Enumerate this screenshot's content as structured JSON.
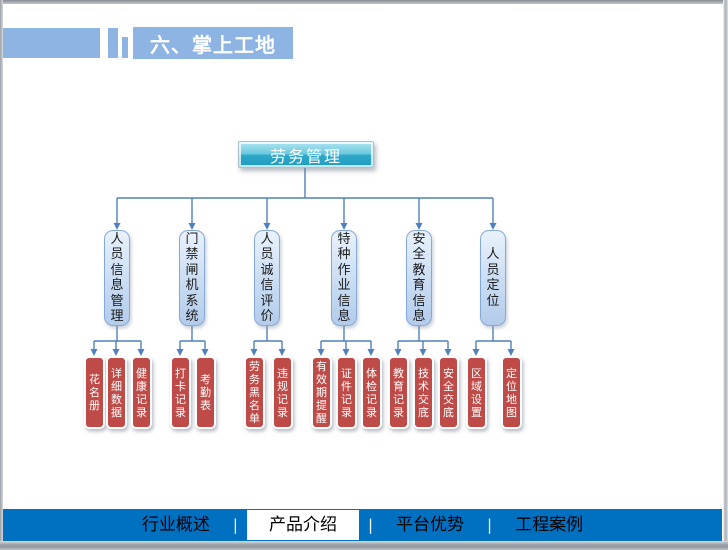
{
  "header": {
    "title": "六、掌上工地"
  },
  "diagram": {
    "root": "劳务管理",
    "groups": [
      {
        "label": "人员信息管理",
        "children": [
          "花名册",
          "详细数据",
          "健康记录"
        ]
      },
      {
        "label": "门禁闸机系统",
        "children": [
          "打卡记录",
          "考勤表"
        ]
      },
      {
        "label": "人员诚信评价",
        "children": [
          "劳务黑名单",
          "违规记录"
        ]
      },
      {
        "label": "特种作业信息",
        "children": [
          "有效期提醒",
          "证件记录",
          "体检记录"
        ]
      },
      {
        "label": "安全教育信息",
        "children": [
          "教育记录",
          "技术交底",
          "安全交底"
        ]
      },
      {
        "label": "人员定位",
        "children": [
          "区域设置",
          "定位地图"
        ]
      }
    ],
    "colors": {
      "root_fill": "#2ba6c6",
      "level2_fill": "#c6daf2",
      "level3_fill": "#be4b48",
      "connector": "#4f81bd",
      "header_blue": "#8db4e2",
      "footer_blue": "#0070c0"
    }
  },
  "footer": {
    "separator": "|",
    "items": [
      {
        "label": "行业概述",
        "active": false
      },
      {
        "label": "产品介绍",
        "active": true
      },
      {
        "label": "平台优势",
        "active": false
      },
      {
        "label": "工程案例",
        "active": false
      }
    ]
  }
}
